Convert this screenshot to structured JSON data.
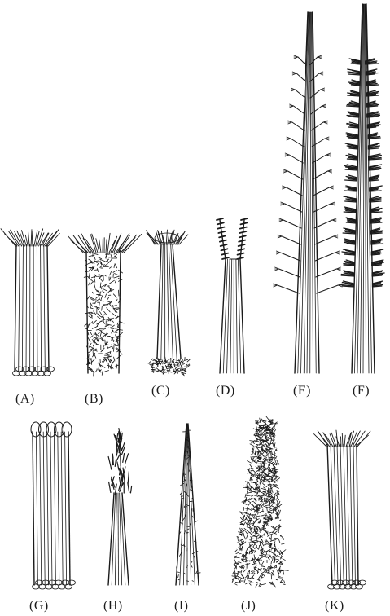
{
  "ink_color": "#1a1a1a",
  "background_color": "#ffffff",
  "panels": [
    {
      "id": "A",
      "label": "(A)"
    },
    {
      "id": "B",
      "label": "(B)"
    },
    {
      "id": "C",
      "label": "(C)"
    },
    {
      "id": "D",
      "label": "(D)"
    },
    {
      "id": "E",
      "label": "(E)"
    },
    {
      "id": "F",
      "label": "(F)"
    },
    {
      "id": "G",
      "label": "(G)"
    },
    {
      "id": "H",
      "label": "(H)"
    },
    {
      "id": "I",
      "label": "(I)"
    },
    {
      "id": "J",
      "label": "(J)"
    },
    {
      "id": "K",
      "label": "(K)"
    }
  ]
}
